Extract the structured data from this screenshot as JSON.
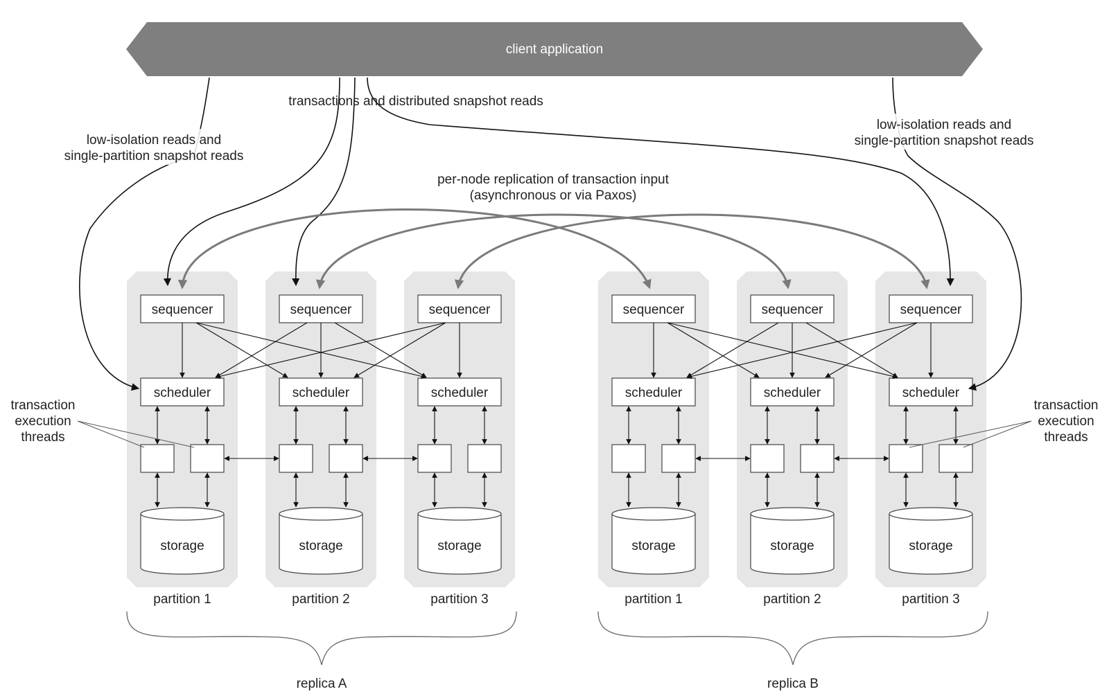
{
  "client": {
    "label": "client application"
  },
  "flows": {
    "transactions": "transactions and distributed snapshot reads",
    "replication_line1": "per-node replication of transaction input",
    "replication_line2": "(asynchronous or via Paxos)",
    "left_reads_line1": "low-isolation reads and",
    "left_reads_line2": "single-partition snapshot reads",
    "right_reads_line1": "low-isolation reads and",
    "right_reads_line2": "single-partition snapshot reads"
  },
  "threads_label": {
    "line1": "transaction",
    "line2": "execution",
    "line3": "threads"
  },
  "replicas": [
    {
      "label": "replica A",
      "partitions": [
        {
          "label": "partition 1",
          "sequencer": "sequencer",
          "scheduler": "scheduler",
          "storage": "storage"
        },
        {
          "label": "partition 2",
          "sequencer": "sequencer",
          "scheduler": "scheduler",
          "storage": "storage"
        },
        {
          "label": "partition 3",
          "sequencer": "sequencer",
          "scheduler": "scheduler",
          "storage": "storage"
        }
      ]
    },
    {
      "label": "replica B",
      "partitions": [
        {
          "label": "partition 1",
          "sequencer": "sequencer",
          "scheduler": "scheduler",
          "storage": "storage"
        },
        {
          "label": "partition 2",
          "sequencer": "sequencer",
          "scheduler": "scheduler",
          "storage": "storage"
        },
        {
          "label": "partition 3",
          "sequencer": "sequencer",
          "scheduler": "scheduler",
          "storage": "storage"
        }
      ]
    }
  ],
  "colors": {
    "client_bar": "#7f7f7f",
    "panel": "#e6e6e6",
    "replication_arrows": "#7a7a7a"
  }
}
